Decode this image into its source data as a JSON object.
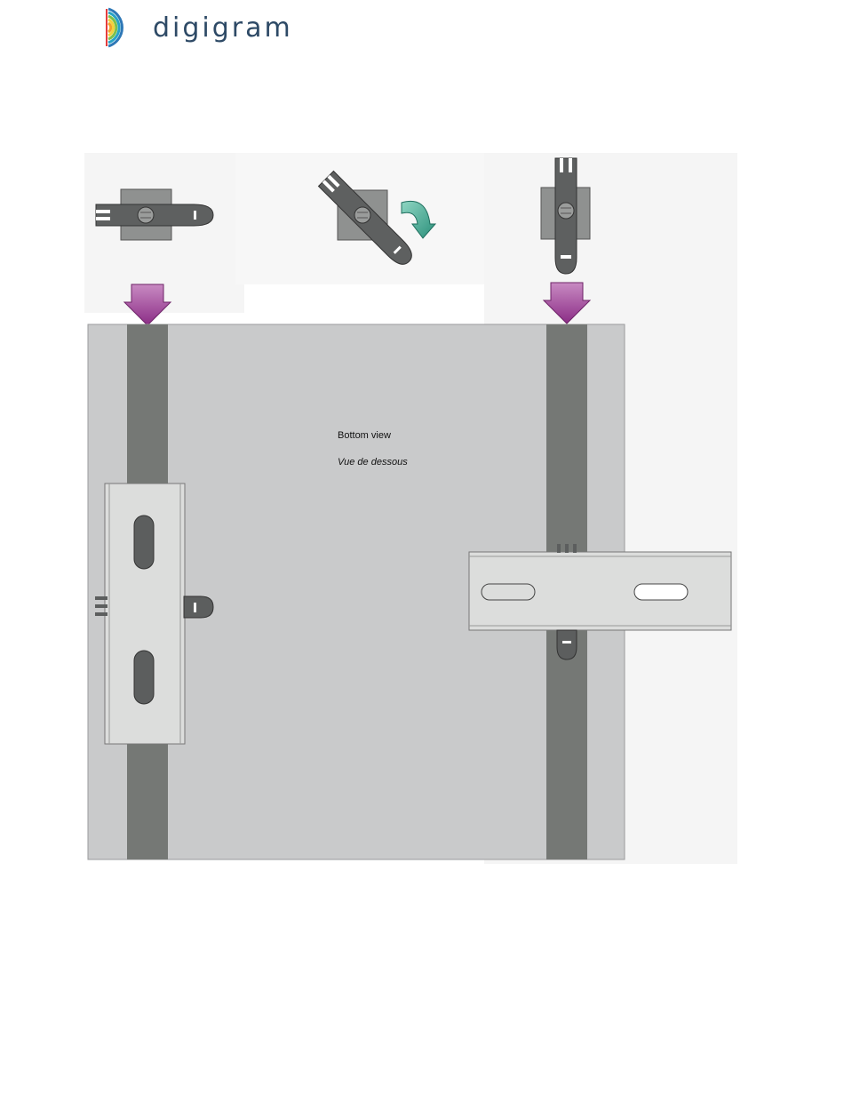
{
  "brand": {
    "name": "digigram",
    "logo_colors": [
      "#e63c3c",
      "#f2a22a",
      "#f4d23c",
      "#7cc04b",
      "#27a3c6",
      "#2e78b7"
    ],
    "text_color": "#2e4a66"
  },
  "diagram": {
    "caption_en": "Bottom view",
    "caption_fr": "Vue de dessous",
    "colors": {
      "panel": "#c9cacb",
      "rail": "#757875",
      "bracket": "#dcdddc",
      "clip": "#5c5e5e",
      "push_arrow": "#9a3e95",
      "rotate_arrow": "#2f9c86"
    },
    "icons": [
      "push-down-arrow-icon",
      "rotate-arrow-icon",
      "mounting-clip-icon"
    ]
  }
}
